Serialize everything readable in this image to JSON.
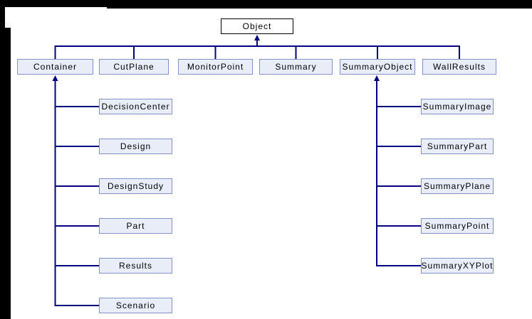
{
  "diagram": {
    "kind": "class-inheritance-hierarchy",
    "root": {
      "label": "Object"
    },
    "level1": [
      {
        "label": "Container"
      },
      {
        "label": "CutPlane"
      },
      {
        "label": "MonitorPoint"
      },
      {
        "label": "Summary"
      },
      {
        "label": "SummaryObject"
      },
      {
        "label": "WallResults"
      }
    ],
    "container_children": [
      {
        "label": "DecisionCenter"
      },
      {
        "label": "Design"
      },
      {
        "label": "DesignStudy"
      },
      {
        "label": "Part"
      },
      {
        "label": "Results"
      },
      {
        "label": "Scenario"
      }
    ],
    "summary_object_children": [
      {
        "label": "SummaryImage"
      },
      {
        "label": "SummaryPart"
      },
      {
        "label": "SummaryPlane"
      },
      {
        "label": "SummaryPoint"
      },
      {
        "label": "SummaryXYPlot"
      }
    ],
    "colors": {
      "connector": "#000080",
      "node_fill": "#e9edf8",
      "node_border": "#8294c7",
      "root_fill": "#ffffff",
      "root_border": "#000000",
      "text": "#000000",
      "backdrop": "#000000",
      "canvas": "#ffffff"
    }
  }
}
